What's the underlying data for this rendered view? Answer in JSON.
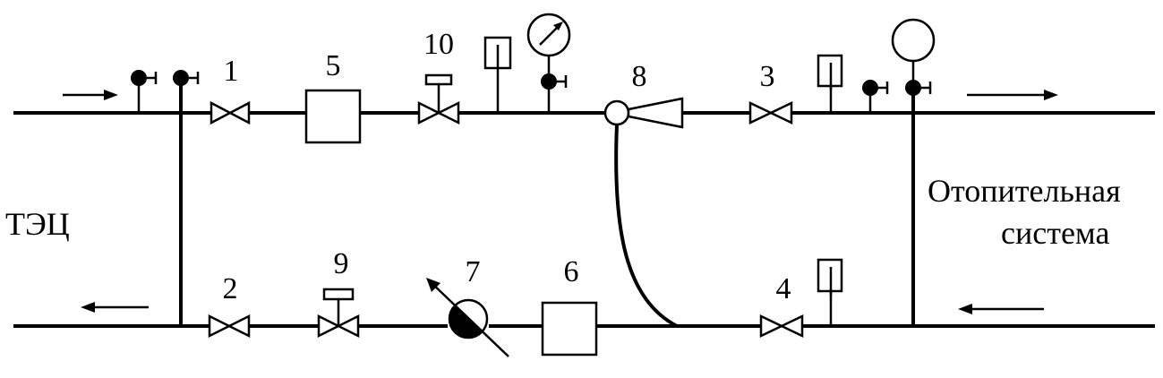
{
  "labels": {
    "source": "ТЭЦ",
    "system_line1": "Отопительная",
    "system_line2": "система"
  },
  "numbers": {
    "n1": "1",
    "n2": "2",
    "n3": "3",
    "n4": "4",
    "n5": "5",
    "n6": "6",
    "n7": "7",
    "n8": "8",
    "n9": "9",
    "n10": "10"
  }
}
